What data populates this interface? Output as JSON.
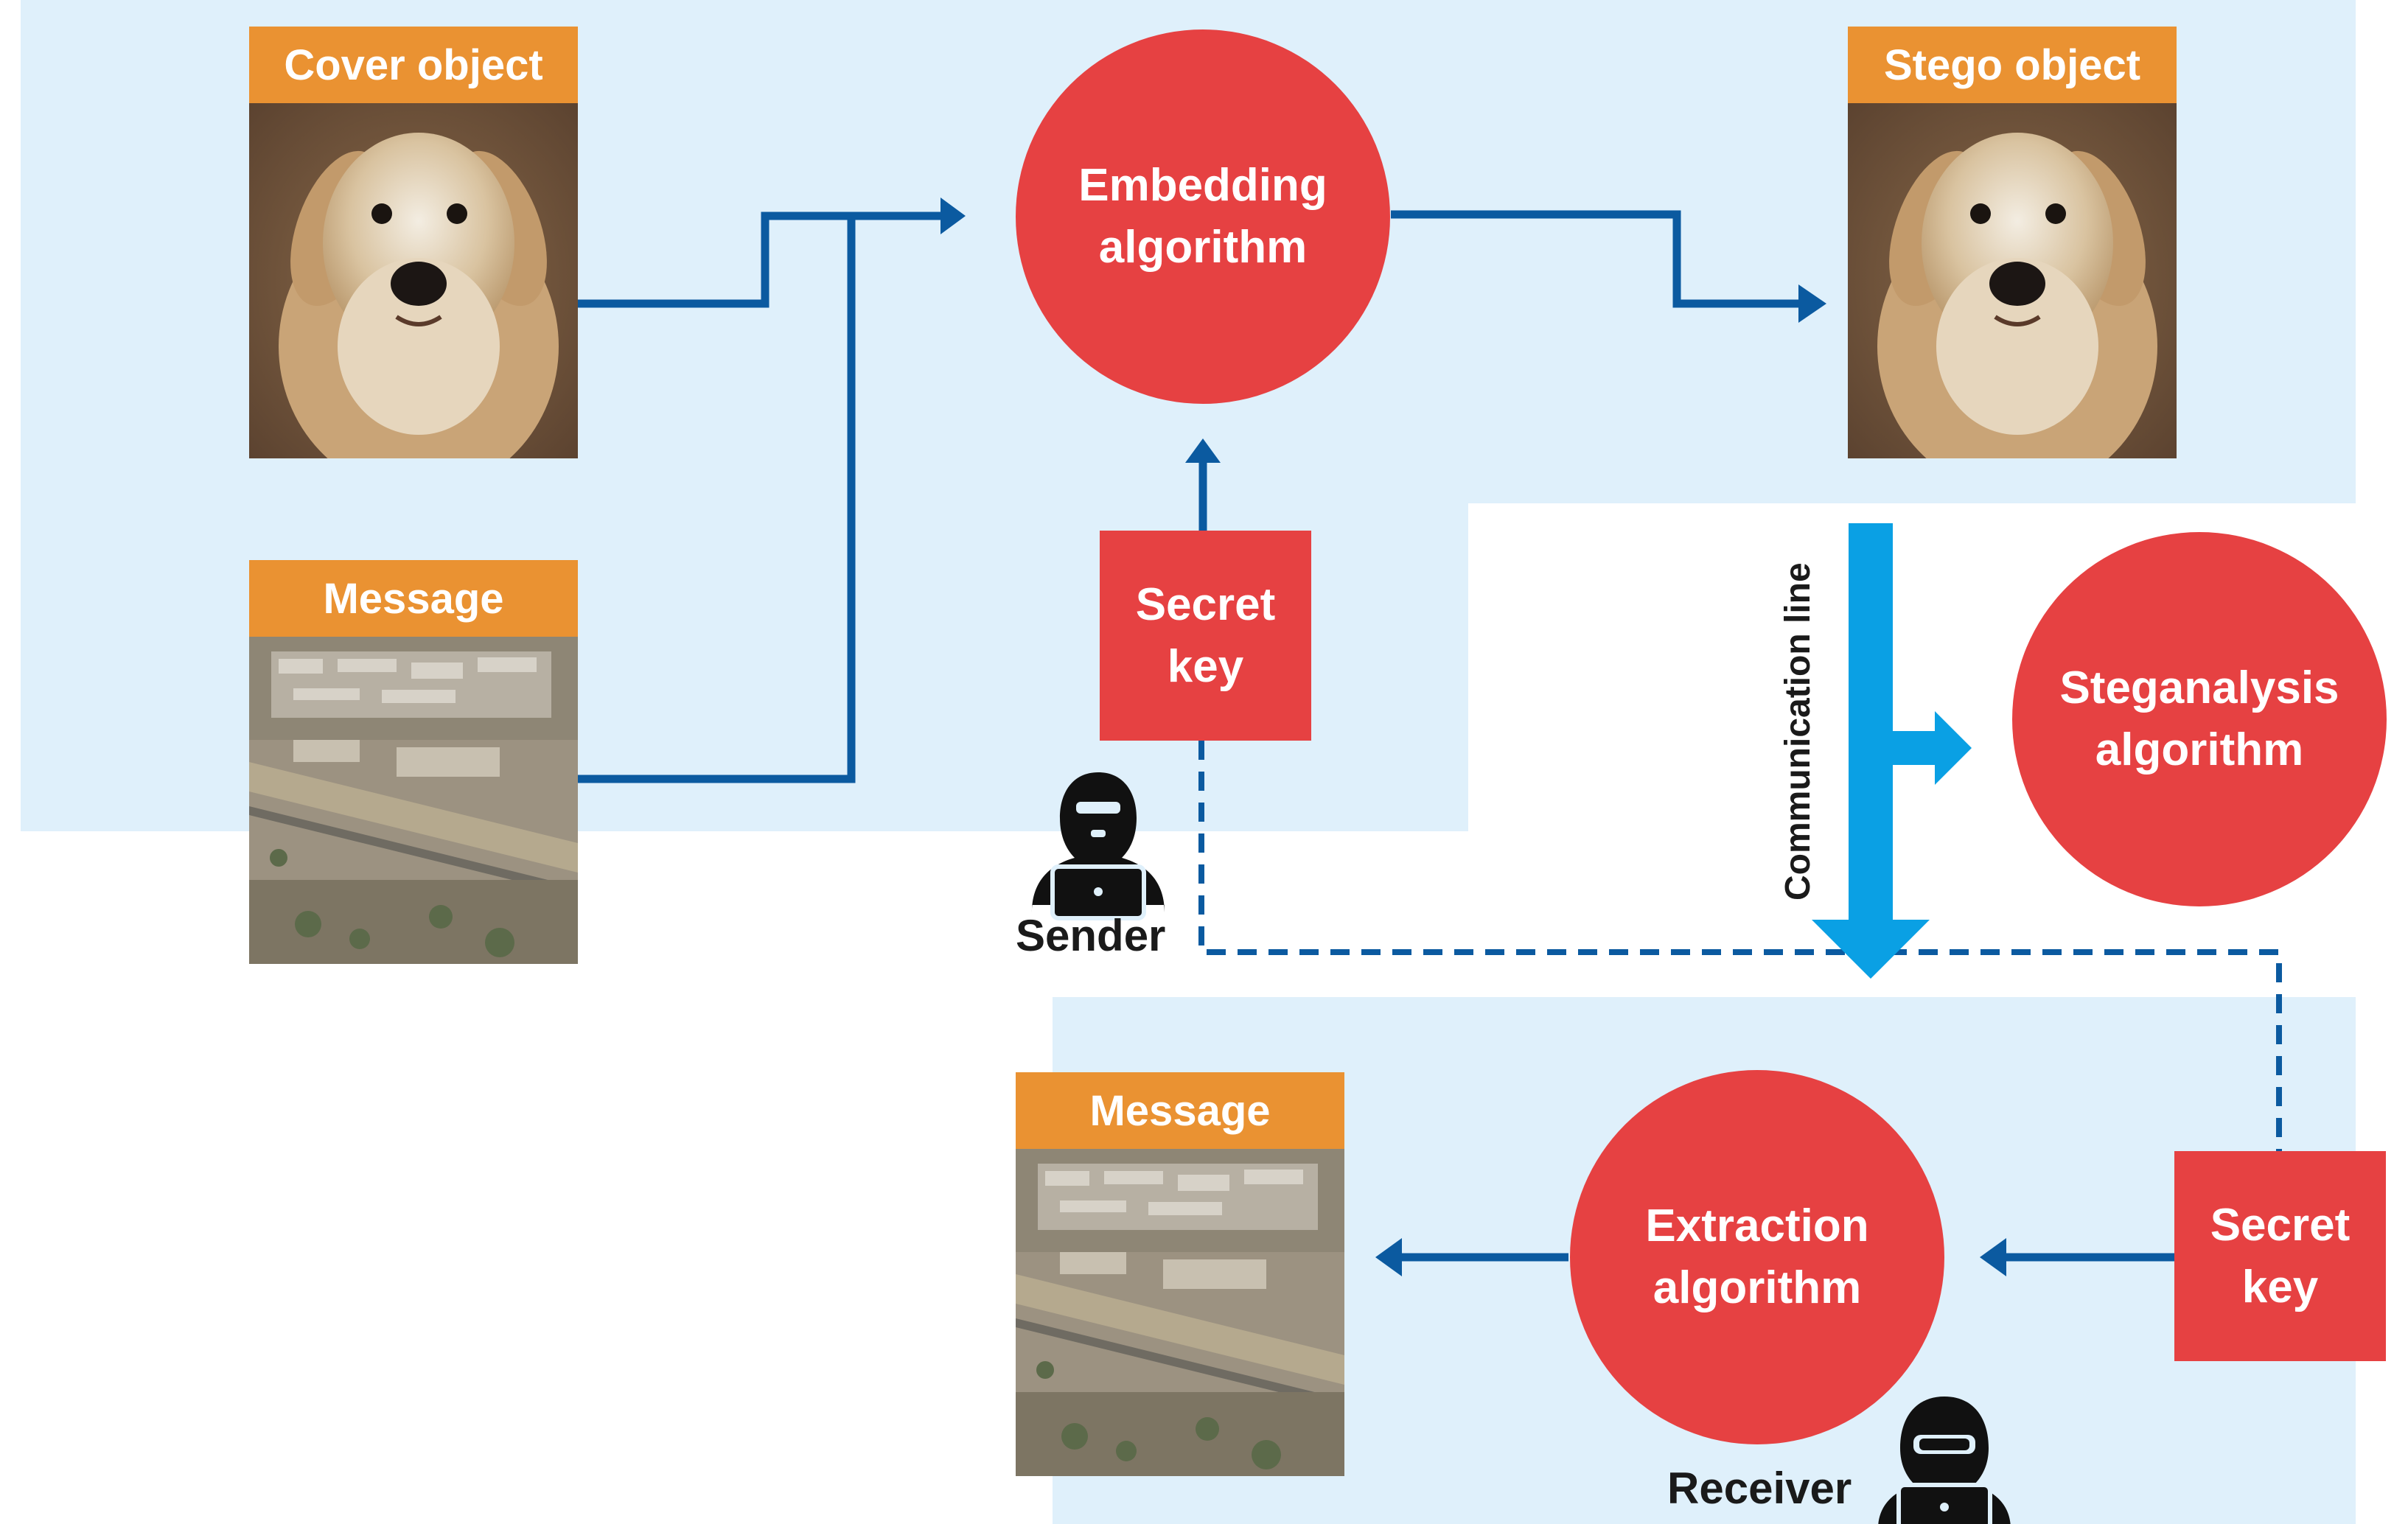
{
  "cover": {
    "label": "Cover object",
    "image": "dog-photo"
  },
  "message_in": {
    "label": "Message",
    "image": "aerial-map"
  },
  "embedding": {
    "line1": "Embedding",
    "line2": "algorithm"
  },
  "stego": {
    "label": "Stego object",
    "image": "dog-photo"
  },
  "secret_key_sender": {
    "line1": "Secret",
    "line2": "key"
  },
  "sender": {
    "label": "Sender",
    "icon": "hacker-icon"
  },
  "communication": {
    "label": "Communication line"
  },
  "steganalysis": {
    "line1": "Steganalysis",
    "line2": "algorithm"
  },
  "message_out": {
    "label": "Message",
    "image": "aerial-map"
  },
  "extraction": {
    "line1": "Extraction",
    "line2": "algorithm"
  },
  "secret_key_receiver": {
    "line1": "Secret",
    "line2": "key"
  },
  "receiver": {
    "label": "Receiver",
    "icon": "hacker-icon"
  },
  "colors": {
    "panel": "#dff0fb",
    "label_orange": "#ea9232",
    "algorithm_red": "#e64142",
    "arrow_blue": "#0b5aa0",
    "comm_blue": "#0aa0e4"
  }
}
